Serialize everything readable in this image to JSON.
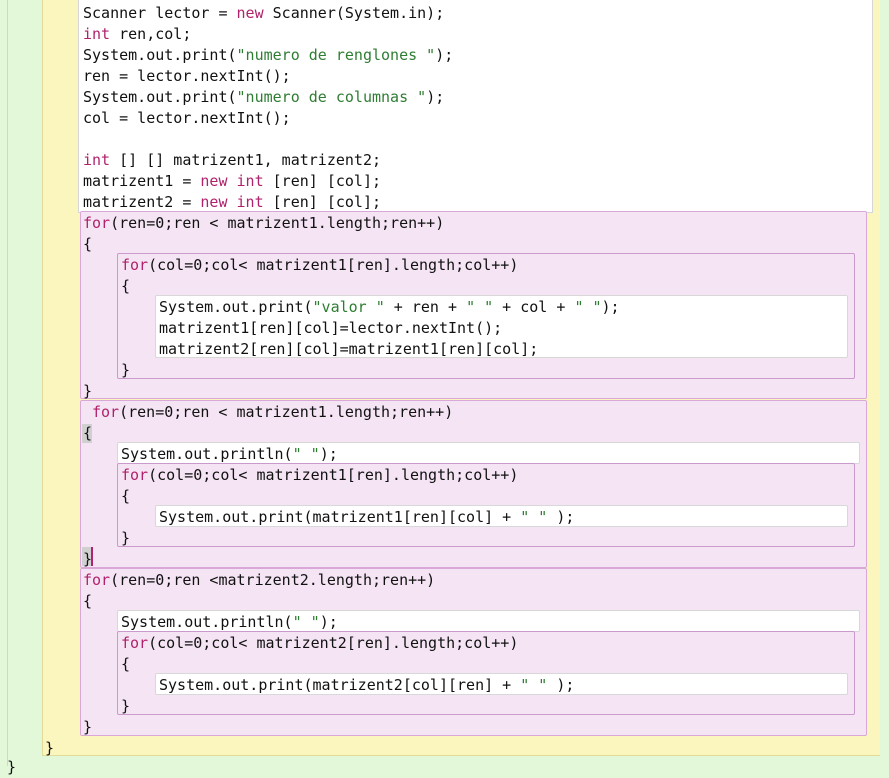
{
  "code": {
    "setup": {
      "l1": {
        "a": "Scanner lector = ",
        "kw": "new",
        "b": " Scanner(System.in);"
      },
      "l2": {
        "kw": "int",
        "b": " ren,col;"
      },
      "l3": {
        "a": "System.out.print(",
        "s": "\"numero de renglones \"",
        "b": ");"
      },
      "l4": {
        "a": "ren = lector.nextInt();"
      },
      "l5": {
        "a": "System.out.print(",
        "s": "\"numero de columnas \"",
        "b": ");"
      },
      "l6": {
        "a": "col = lector.nextInt();"
      },
      "l7": {
        "kw": "int",
        "b": " [] [] matrizent1, matrizent2;"
      },
      "l8": {
        "a": "matrizent1 = ",
        "kw1": "new",
        "m": " ",
        "kw2": "int",
        "b": " [ren] [col];"
      },
      "l9": {
        "a": "matrizent2 = ",
        "kw1": "new",
        "m": " ",
        "kw2": "int",
        "b": " [ren] [col];"
      }
    },
    "loop1": {
      "header": {
        "kw": "for",
        "b": "(ren=0;ren < matrizent1.length;ren++)"
      },
      "open": "{",
      "inner": {
        "header": {
          "kw": "for",
          "b": "(col=0;col< matrizent1[ren].length;col++)"
        },
        "open": "{",
        "b1": {
          "a": "System.out.print(",
          "s1": "\"valor \"",
          "m1": " + ren + ",
          "s2": "\" \"",
          "m2": " + col + ",
          "s3": "\" \"",
          "b": ");"
        },
        "b2": "matrizent1[ren][col]=lector.nextInt();",
        "b3": "matrizent2[ren][col]=matrizent1[ren][col];",
        "close": "}"
      },
      "close": "}"
    },
    "loop2": {
      "header": {
        "kw": "for",
        "b": "(ren=0;ren < matrizent1.length;ren++)"
      },
      "open": "{",
      "println": {
        "a": "System.out.println(",
        "s": "\" \"",
        "b": ");"
      },
      "inner": {
        "header": {
          "kw": "for",
          "b": "(col=0;col< matrizent1[ren].length;col++)"
        },
        "open": "{",
        "b1": {
          "a": "System.out.print(matrizent1[ren][col] + ",
          "s": "\" \"",
          "b": " );"
        },
        "close": "}"
      },
      "close": "}"
    },
    "loop3": {
      "header": {
        "kw": "for",
        "b": "(ren=0;ren <matrizent2.length;ren++)"
      },
      "open": "{",
      "println": {
        "a": "System.out.println(",
        "s": "\" \"",
        "b": ");"
      },
      "inner": {
        "header": {
          "kw": "for",
          "b": "(col=0;col< matrizent2[ren].length;col++)"
        },
        "open": "{",
        "b1": {
          "a": "System.out.print(matrizent2[col][ren] + ",
          "s": "\" \"",
          "b": " );"
        },
        "close": "}"
      },
      "close": "}"
    },
    "method_close": "}",
    "class_close": "}"
  },
  "colors": {
    "keyword": "#b0226b",
    "string": "#2e7d32",
    "class_bg": "#e2f8d8",
    "method_bg": "#fbf6be",
    "statement_bg": "#ffffff",
    "loop_bg": "#f4e4f4"
  }
}
